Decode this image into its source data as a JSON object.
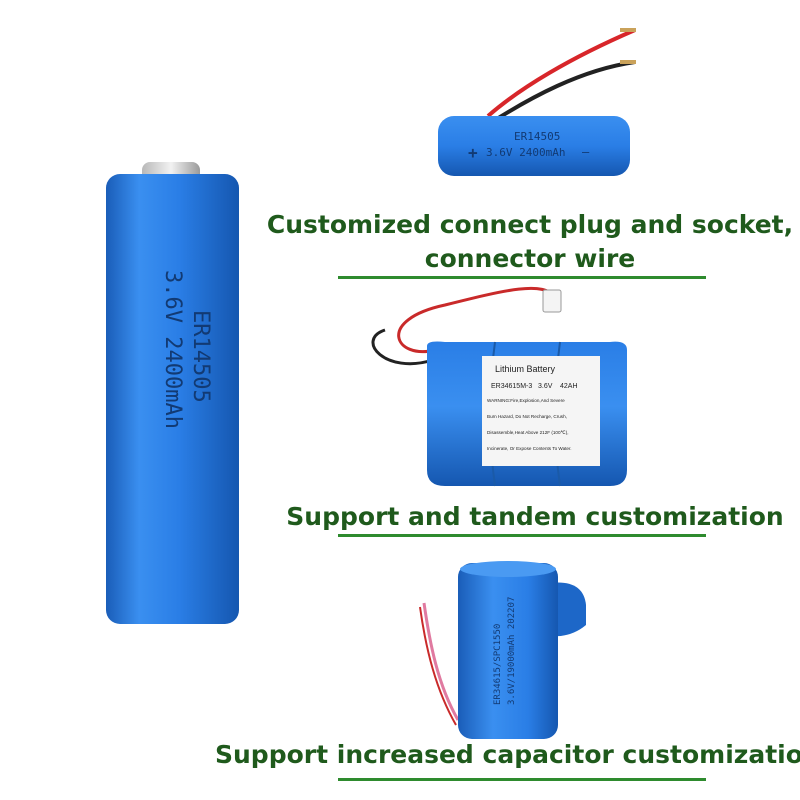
{
  "captions": {
    "plug_line1": "Customized connect plug and socket,",
    "plug_line2": "connector wire",
    "tandem": "Support and tandem customization",
    "capacitor": "Support increased capacitor customization"
  },
  "big_cell": {
    "model": "ER14505",
    "spec": "3.6V 2400mAh"
  },
  "wired_cell": {
    "model": "ER14505",
    "plus": "+",
    "spec": "3.6V 2400mAh",
    "minus": "—"
  },
  "pack_label": {
    "title": "Lithium Battery",
    "model": "ER34615M-3",
    "voltage": "3.6V",
    "capacity": "42AH",
    "warning_1": "WARNING:Fire,Explosion,And Severe",
    "warning_2": "Burn Hazard, Do Not Recharge, Crush,",
    "warning_3": "Disassemble,Heat Above 212F (100℃),",
    "warning_4": "Incinerate, Or Expose Contents To Water."
  },
  "cap_cell": {
    "line1": "ER34615/SPC1550",
    "line2": "3.6V/19000mAh 202207"
  },
  "colors": {
    "caption_green": "#1f5a1c",
    "rule_green": "#2e8b2e",
    "battery_blue": "#1f6fd0"
  }
}
